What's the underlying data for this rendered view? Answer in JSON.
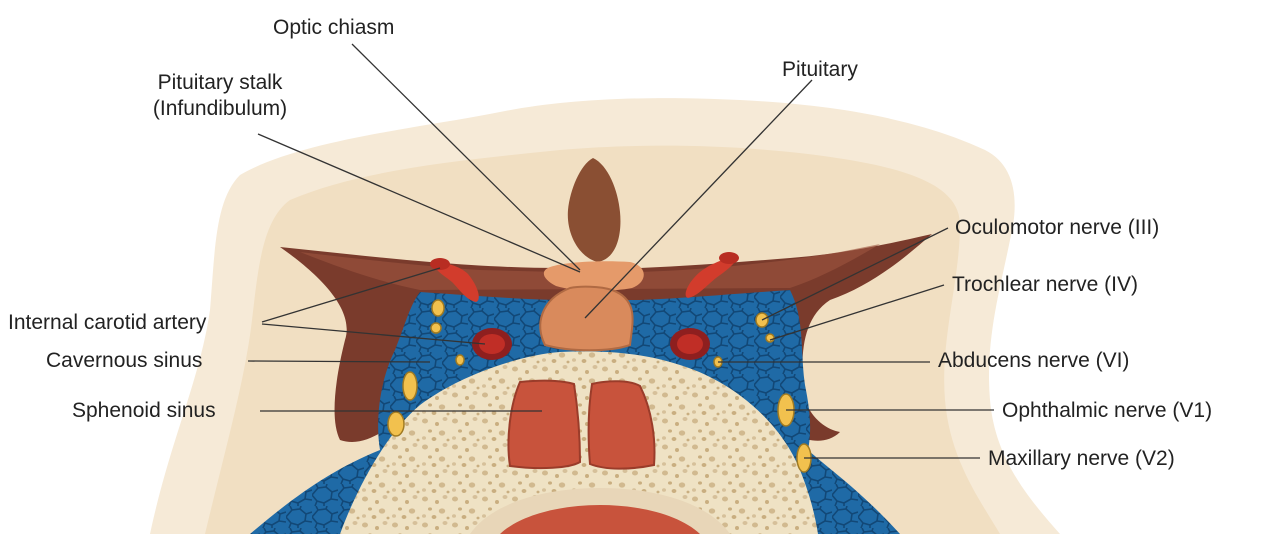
{
  "labels": {
    "optic_chiasm": "Optic chiasm",
    "pituitary_stalk": "Pituitary stalk",
    "infundibulum": "(Infundibulum)",
    "pituitary": "Pituitary",
    "oculomotor": "Oculomotor nerve (III)",
    "trochlear": "Trochlear nerve (IV)",
    "internal_carotid": "Internal carotid artery",
    "cavernous_sinus": "Cavernous sinus",
    "abducens": "Abducens nerve (VI)",
    "sphenoid_sinus": "Sphenoid sinus",
    "ophthalmic": "Ophthalmic nerve (V1)",
    "maxillary": "Maxillary nerve (V2)"
  },
  "colors": {
    "outer_tissue": "#f6ead7",
    "inner_tissue": "#f1dfc2",
    "dura": "#7a3b2c",
    "dura_highlight": "#9c5540",
    "sinus_blue": "#1f6aa6",
    "sinus_dark": "#134a7e",
    "bone": "#efe2c4",
    "bone_dots": "#cdb48a",
    "pituitary": "#d98a5c",
    "chiasm": "#8a4f33",
    "artery": "#d23c2c",
    "artery_dark": "#8e1f1f",
    "nerve": "#f2c14e",
    "sphenoid": "#c8533c",
    "leader": "#333333"
  }
}
